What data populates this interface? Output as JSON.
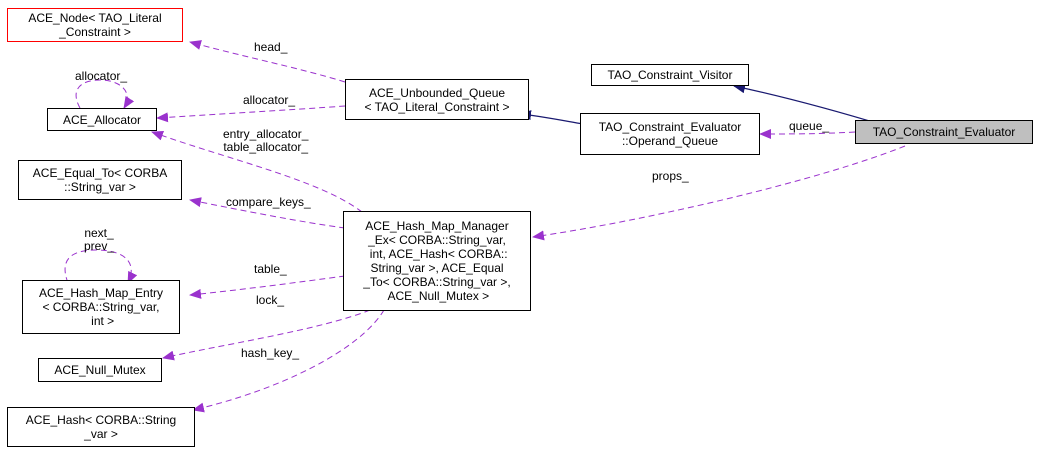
{
  "nodes": {
    "ace_node": "ACE_Node< TAO_Literal\n_Constraint >",
    "ace_allocator": "ACE_Allocator",
    "ace_unbounded_queue": "ACE_Unbounded_Queue\n< TAO_Literal_Constraint >",
    "tao_constraint_visitor": "TAO_Constraint_Visitor",
    "operand_queue": "TAO_Constraint_Evaluator\n::Operand_Queue",
    "tao_constraint_evaluator": "TAO_Constraint_Evaluator",
    "ace_equal_to": "ACE_Equal_To< CORBA\n::String_var >",
    "hash_map_manager": "ACE_Hash_Map_Manager\n_Ex< CORBA::String_var,\n int, ACE_Hash< CORBA::\nString_var >, ACE_Equal\n_To< CORBA::String_var >,\n ACE_Null_Mutex >",
    "hash_map_entry": "ACE_Hash_Map_Entry\n< CORBA::String_var,\n int >",
    "ace_null_mutex": "ACE_Null_Mutex",
    "ace_hash": "ACE_Hash< CORBA::String\n_var >"
  },
  "edge_labels": {
    "head": "head_",
    "allocator_self": "allocator_",
    "allocator": "allocator_",
    "entry_allocator": "entry_allocator_\ntable_allocator_",
    "queue": "queue_",
    "props": "props_",
    "compare_keys": "compare_keys_",
    "next_prev": "next_\nprev_",
    "table": "table_",
    "lock": "lock_",
    "hash_key": "hash_key_"
  },
  "colors": {
    "inheritance": "#191970",
    "usage": "#9a32cd",
    "highlight_fill": "#bfbfbf",
    "template_border": "#ff0000"
  }
}
